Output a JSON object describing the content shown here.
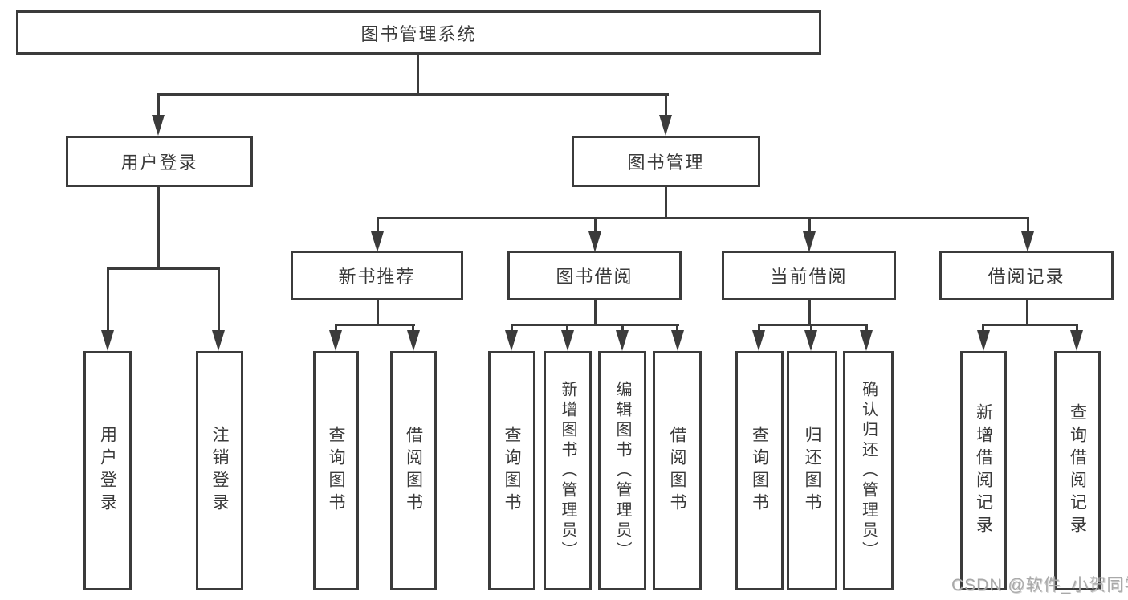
{
  "tree": {
    "root": {
      "label": "图书管理系统",
      "children": [
        {
          "label": "用户登录",
          "children": [
            {
              "label": "用户登录"
            },
            {
              "label": "注销登录"
            }
          ]
        },
        {
          "label": "图书管理",
          "children": [
            {
              "label": "新书推荐",
              "children": [
                {
                  "label": "查询图书"
                },
                {
                  "label": "借阅图书"
                }
              ]
            },
            {
              "label": "图书借阅",
              "children": [
                {
                  "label": "查询图书"
                },
                {
                  "label": "新增图书（管理员）"
                },
                {
                  "label": "编辑图书（管理员）"
                },
                {
                  "label": "借阅图书"
                }
              ]
            },
            {
              "label": "当前借阅",
              "children": [
                {
                  "label": "查询图书"
                },
                {
                  "label": "归还图书"
                },
                {
                  "label": "确认归还（管理员）"
                }
              ]
            },
            {
              "label": "借阅记录",
              "children": [
                {
                  "label": "新增借阅记录"
                },
                {
                  "label": "查询借阅记录"
                }
              ]
            }
          ]
        }
      ]
    }
  },
  "watermark": {
    "text": "CSDN @软件_小贺同学"
  },
  "colors": {
    "line": "#3b3b3b",
    "text": "#3a3a3a",
    "box_background": "#ffffff",
    "watermark": "#a9a9a9",
    "background": "#ffffff"
  }
}
